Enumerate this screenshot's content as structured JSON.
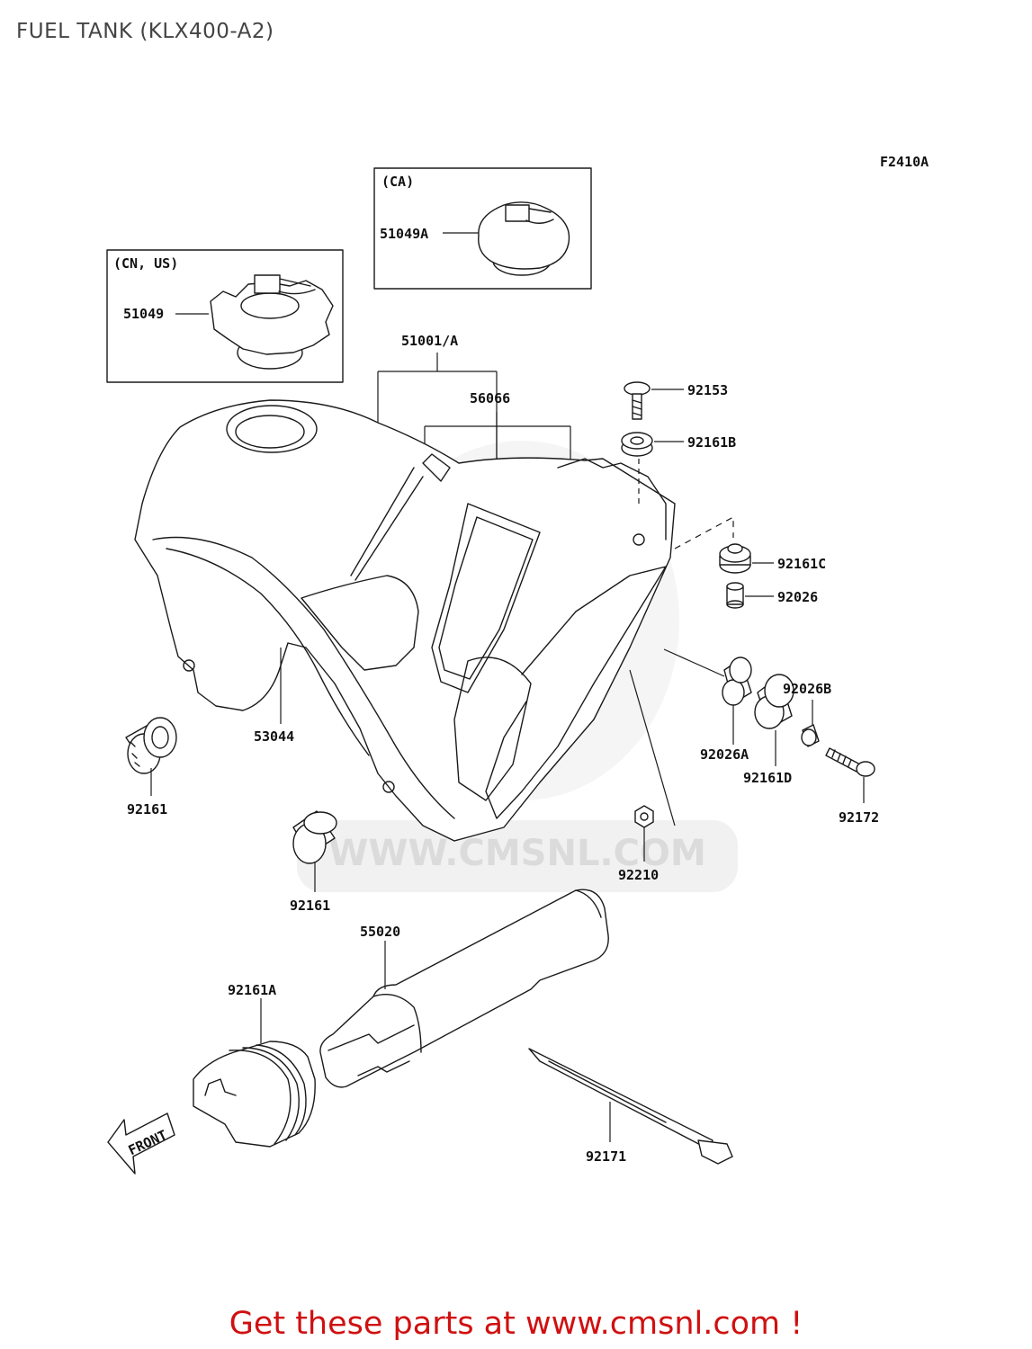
{
  "title": "FUEL TANK (KLX400-A2)",
  "figure_code": "F2410A",
  "watermark": "WWW.CMSNL.COM",
  "footer": "Get these parts at www.cmsnl.com !",
  "inset_boxes": [
    {
      "tag": "(CA)",
      "part": "51049A"
    },
    {
      "tag": "(CN, US)",
      "part": "51049"
    }
  ],
  "parts": {
    "p51001": "51001/A",
    "p56066": "56066",
    "p92153": "92153",
    "p92161B": "92161B",
    "p92161C": "92161C",
    "p92026": "92026",
    "p92026B": "92026B",
    "p92026A": "92026A",
    "p92161D": "92161D",
    "p92172": "92172",
    "p53044": "53044",
    "p92161_left": "92161",
    "p92161_mid": "92161",
    "p92210": "92210",
    "p55020": "55020",
    "p92161A": "92161A",
    "p92171": "92171"
  },
  "front_arrow_label": "FRONT"
}
